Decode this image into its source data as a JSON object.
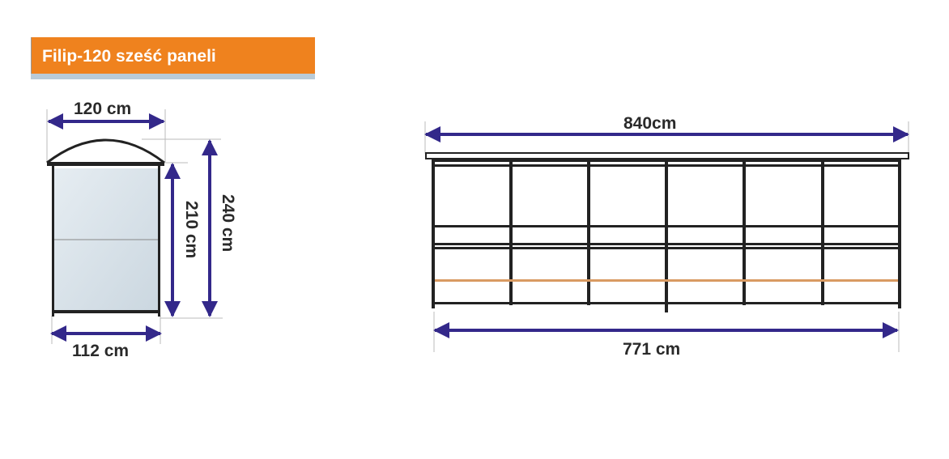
{
  "title": "Filip-120 sześć paneli",
  "side_view": {
    "top_width": "120 cm",
    "bottom_width": "112 cm",
    "wall_height": "210 cm",
    "total_height": "240 cm"
  },
  "front_view": {
    "roof_width": "840cm",
    "base_width": "771 cm",
    "panels": 6
  },
  "colors": {
    "title_bg": "#ef821e",
    "arrow": "#33288a",
    "frame": "#222222",
    "bench": "#d99a62",
    "glass": "#d3dde5"
  }
}
